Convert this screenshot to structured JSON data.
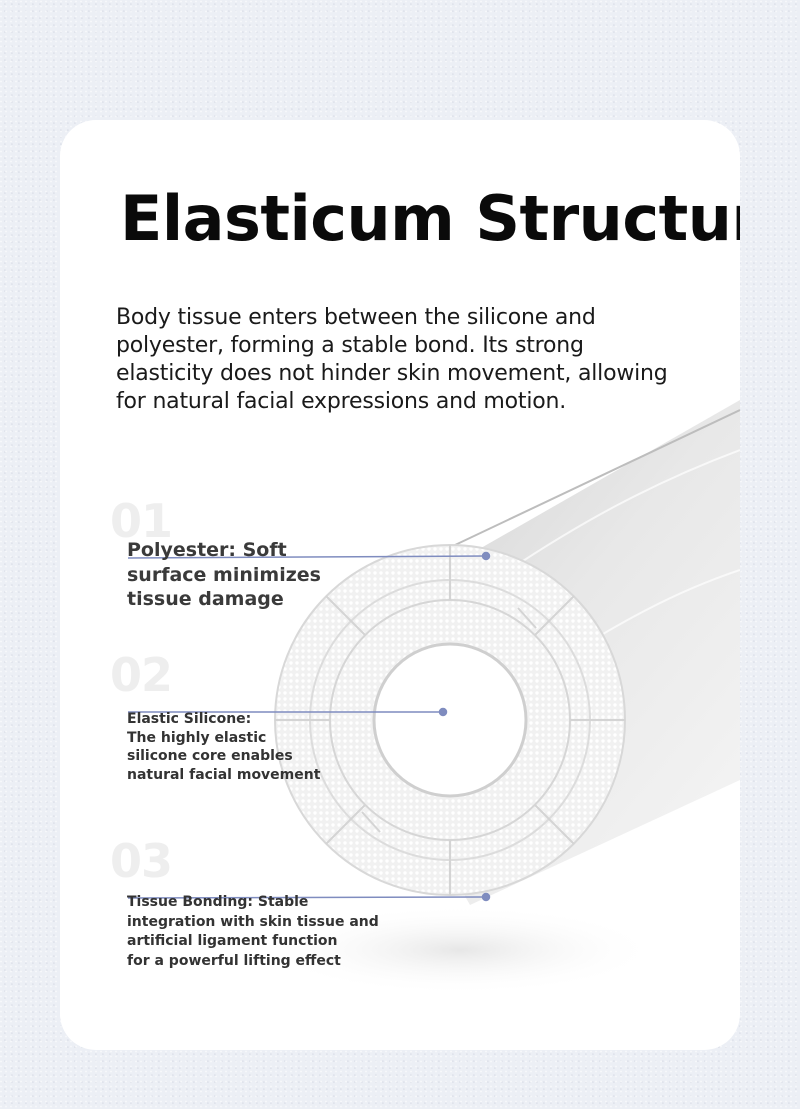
{
  "title": "Elasticum Structure",
  "intro": "Body tissue enters between the silicone and polyester, forming a stable bond. Its strong elasticity does not hinder skin movement, allowing for natural facial expressions and motion.",
  "features": [
    {
      "number": "01",
      "lines": [
        "Polyester: Soft",
        "surface minimizes",
        "tissue damage"
      ]
    },
    {
      "number": "02",
      "lines": [
        "Elastic Silicone:",
        "The highly elastic",
        "silicone core enables",
        "natural facial movement"
      ]
    },
    {
      "number": "03",
      "lines": [
        "Tissue Bonding: Stable",
        "integration with skin tissue and",
        "artificial ligament function",
        "for a powerful lifting effect"
      ]
    }
  ],
  "colors": {
    "callout_line": "#7f8cbf",
    "background": "#eceff5"
  }
}
